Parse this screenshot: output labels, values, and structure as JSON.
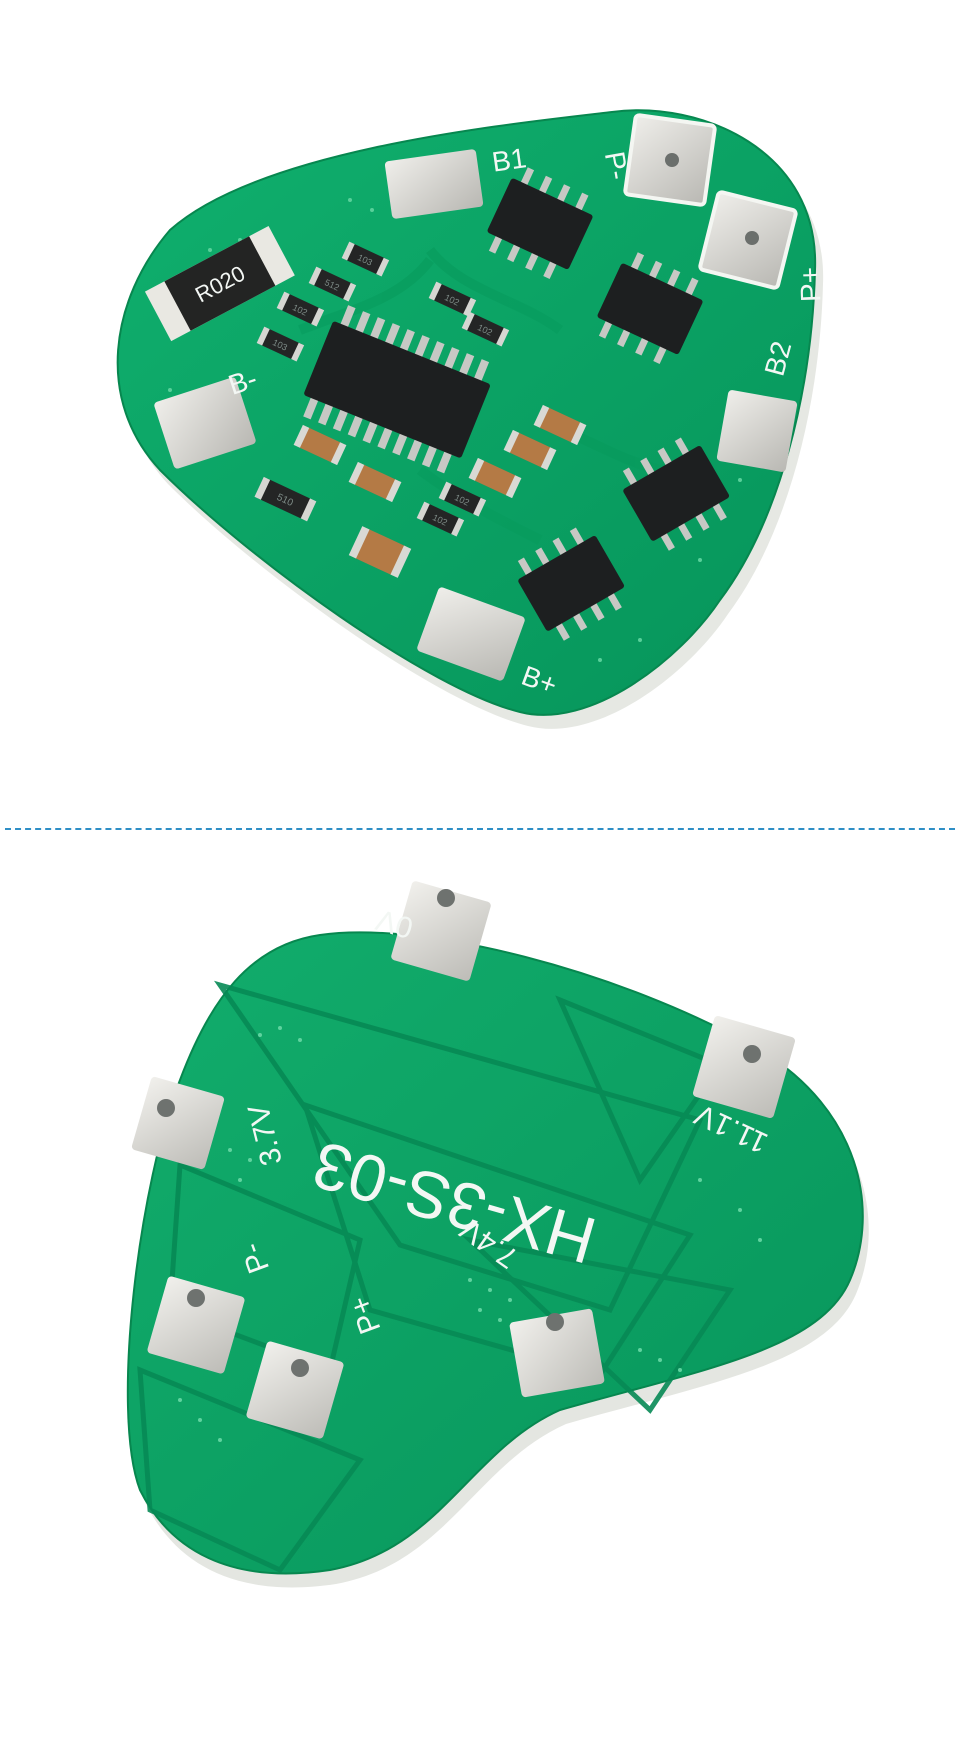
{
  "top_board": {
    "silkscreen": {
      "b1": "B1",
      "b2": "B2",
      "b_minus": "B-",
      "b_plus": "B+",
      "p_minus": "P-",
      "p_plus": "P+"
    },
    "components": {
      "shunt_resistor": "R020",
      "resistors": [
        "103",
        "512",
        "102",
        "103",
        "102",
        "102",
        "510",
        "102",
        "102"
      ]
    }
  },
  "bottom_board": {
    "model": "HX-3S-03",
    "voltages": [
      "0V",
      "3.7V",
      "7.4V",
      "11.1V"
    ],
    "pads": {
      "p_minus": "P-",
      "p_plus": "P+"
    }
  },
  "divider": {
    "color": "#2f8fc6"
  },
  "colors": {
    "pcb_green": "#0aa364",
    "pcb_dark": "#078a55",
    "pad_silver": "#d9d9d6",
    "chip_black": "#1d1f20"
  }
}
